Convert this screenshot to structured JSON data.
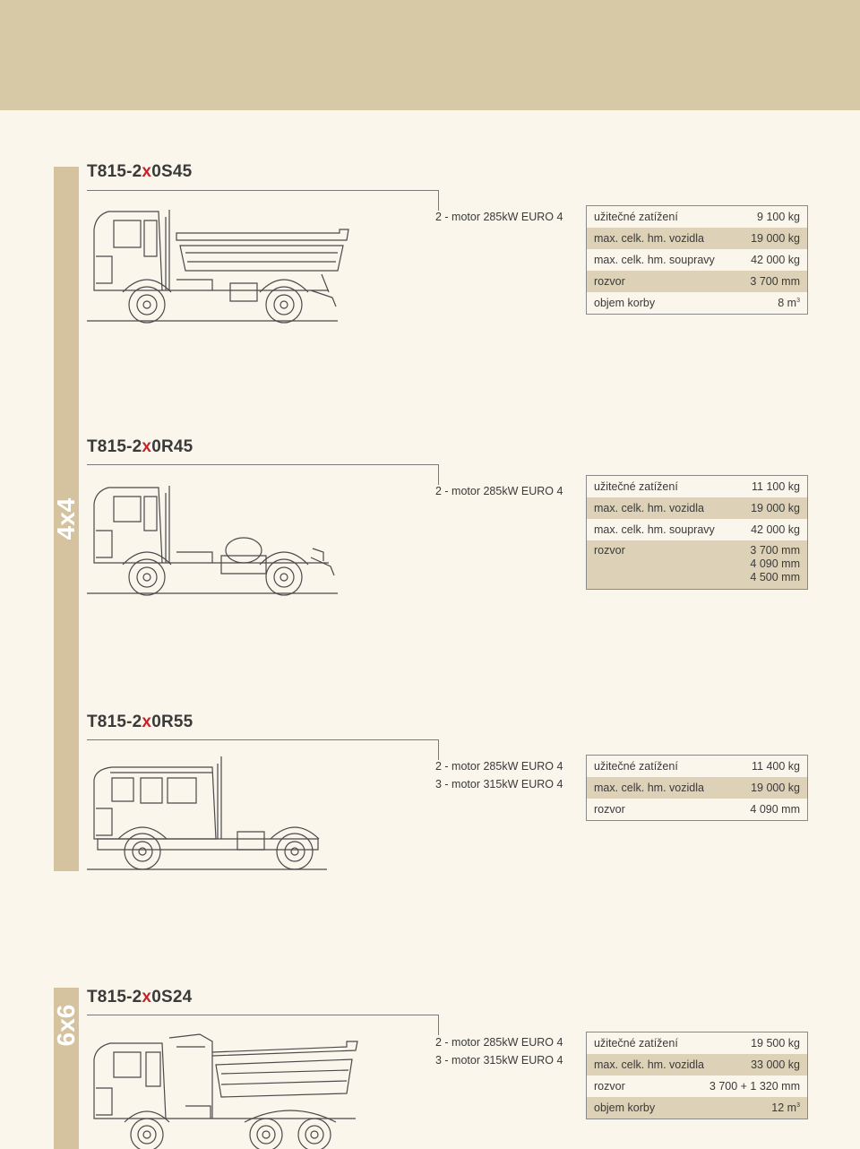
{
  "sections": [
    {
      "tab": "4x4"
    },
    {
      "tab": "6x6"
    }
  ],
  "models": [
    {
      "name_prefix": "T815-2",
      "name_x": "x",
      "name_suffix": "0S45",
      "engines": [
        "2 - motor 285kW EURO 4"
      ],
      "specs": [
        {
          "label": "užitečné zatížení",
          "value": "9 100 kg"
        },
        {
          "label": "max. celk. hm. vozidla",
          "value": "19 000 kg"
        },
        {
          "label": "max. celk. hm. soupravy",
          "value": "42 000 kg"
        },
        {
          "label": "rozvor",
          "value": "3 700 mm"
        },
        {
          "label": "objem korby",
          "value": "8 m",
          "sup": "3"
        }
      ]
    },
    {
      "name_prefix": "T815-2",
      "name_x": "x",
      "name_suffix": "0R45",
      "engines": [
        "2 - motor 285kW EURO 4"
      ],
      "specs": [
        {
          "label": "užitečné zatížení",
          "value": "11 100 kg"
        },
        {
          "label": "max. celk. hm. vozidla",
          "value": "19 000 kg"
        },
        {
          "label": "max. celk. hm. soupravy",
          "value": "42 000 kg"
        },
        {
          "label": "rozvor",
          "values": [
            "3 700 mm",
            "4 090 mm",
            "4 500 mm"
          ]
        }
      ]
    },
    {
      "name_prefix": "T815-2",
      "name_x": "x",
      "name_suffix": "0R55",
      "engines": [
        "2 - motor 285kW EURO 4",
        "3 - motor 315kW EURO 4"
      ],
      "specs": [
        {
          "label": "užitečné zatížení",
          "value": "11 400 kg"
        },
        {
          "label": "max. celk. hm. vozidla",
          "value": "19 000 kg"
        },
        {
          "label": "rozvor",
          "value": "4 090 mm"
        }
      ]
    },
    {
      "name_prefix": "T815-2",
      "name_x": "x",
      "name_suffix": "0S24",
      "engines": [
        "2 - motor 285kW EURO 4",
        "3 - motor 315kW EURO 4"
      ],
      "specs": [
        {
          "label": "užitečné zatížení",
          "value": "19 500 kg"
        },
        {
          "label": "max. celk. hm. vozidla",
          "value": "33 000 kg"
        },
        {
          "label": "rozvor",
          "value": "3 700 + 1 320 mm"
        },
        {
          "label": "objem korby",
          "value": "12 m",
          "sup": "3"
        }
      ]
    }
  ],
  "colors": {
    "header_band": "#d8c9a6",
    "side_tab": "#d5c3a0",
    "model_x_accent": "#c0272d",
    "row_shade": "#ddd1b8",
    "page_bg": "#fbf6ec"
  }
}
